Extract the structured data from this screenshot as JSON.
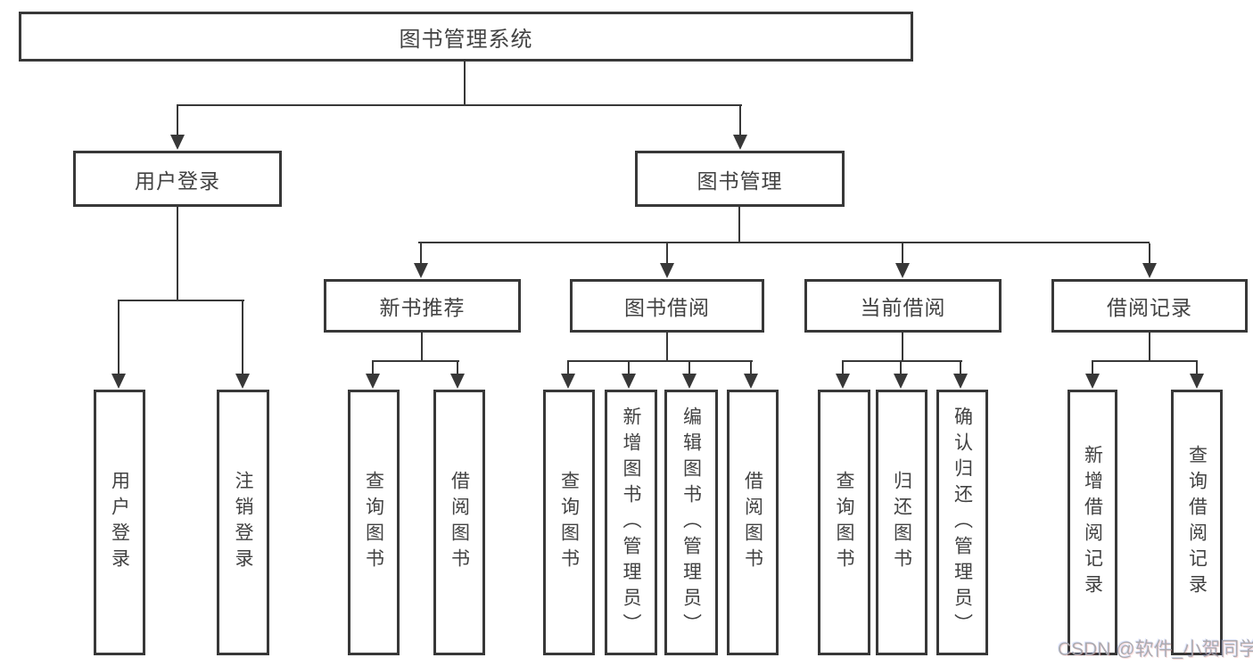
{
  "tree": {
    "root": {
      "label": "图书管理系统"
    },
    "branches": [
      {
        "label": "用户登录",
        "children": [
          {
            "label": "用户登录"
          },
          {
            "label": "注销登录"
          }
        ]
      },
      {
        "label": "图书管理",
        "children": [
          {
            "label": "新书推荐",
            "children": [
              {
                "label": "查询图书"
              },
              {
                "label": "借阅图书"
              }
            ]
          },
          {
            "label": "图书借阅",
            "children": [
              {
                "label": "查询图书"
              },
              {
                "label": "新增图书（管理员）"
              },
              {
                "label": "编辑图书（管理员）"
              },
              {
                "label": "借阅图书"
              }
            ]
          },
          {
            "label": "当前借阅",
            "children": [
              {
                "label": "查询图书"
              },
              {
                "label": "归还图书"
              },
              {
                "label": "确认归还（管理员）"
              }
            ]
          },
          {
            "label": "借阅记录",
            "children": [
              {
                "label": "新增借阅记录"
              },
              {
                "label": "查询借阅记录"
              }
            ]
          }
        ]
      }
    ]
  },
  "watermark": {
    "text": "CSDN @软件_小贺同学"
  },
  "colors": {
    "line": "#383838",
    "text": "#424242",
    "background": "#ffffff",
    "watermark": "#a8a8ac"
  }
}
